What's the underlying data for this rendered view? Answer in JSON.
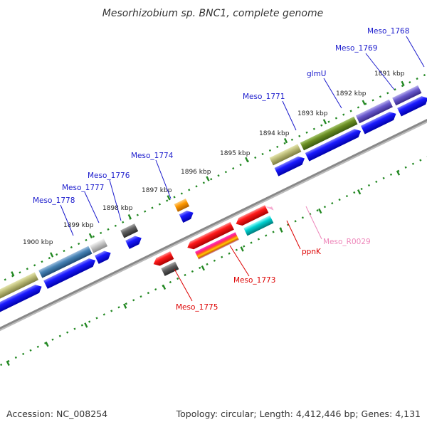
{
  "title": "Mesorhizobium sp. BNC1, complete genome",
  "footer": {
    "accession": "Accession: NC_008254",
    "topology": "Topology: circular; Length: 4,412,446 bp; Genes: 4,131"
  },
  "ruler_labels": [
    "1891 kbp",
    "1892 kbp",
    "1893 kbp",
    "1894 kbp",
    "1895 kbp",
    "1896 kbp",
    "1897 kbp",
    "1898 kbp",
    "1899 kbp",
    "1900 kbp"
  ],
  "gene_labels": [
    {
      "text": "Meso_1768",
      "color": "#1a1acc"
    },
    {
      "text": "Meso_1769",
      "color": "#1a1acc"
    },
    {
      "text": "glmU",
      "color": "#1a1acc"
    },
    {
      "text": "Meso_1771",
      "color": "#1a1acc"
    },
    {
      "text": "Meso_1774",
      "color": "#1a1acc"
    },
    {
      "text": "Meso_1776",
      "color": "#1a1acc"
    },
    {
      "text": "Meso_1777",
      "color": "#1a1acc"
    },
    {
      "text": "Meso_1778",
      "color": "#1a1acc"
    },
    {
      "text": "Meso_R0029",
      "color": "#ee88bb"
    },
    {
      "text": "ppnK",
      "color": "#dd0000"
    },
    {
      "text": "Meso_1773",
      "color": "#dd0000"
    },
    {
      "text": "Meso_1775",
      "color": "#dd0000"
    }
  ],
  "colors": {
    "forward_cds": "#0000ee",
    "reverse_cds": "#ee0000",
    "backbone": "#888888",
    "tick": "#228822"
  }
}
